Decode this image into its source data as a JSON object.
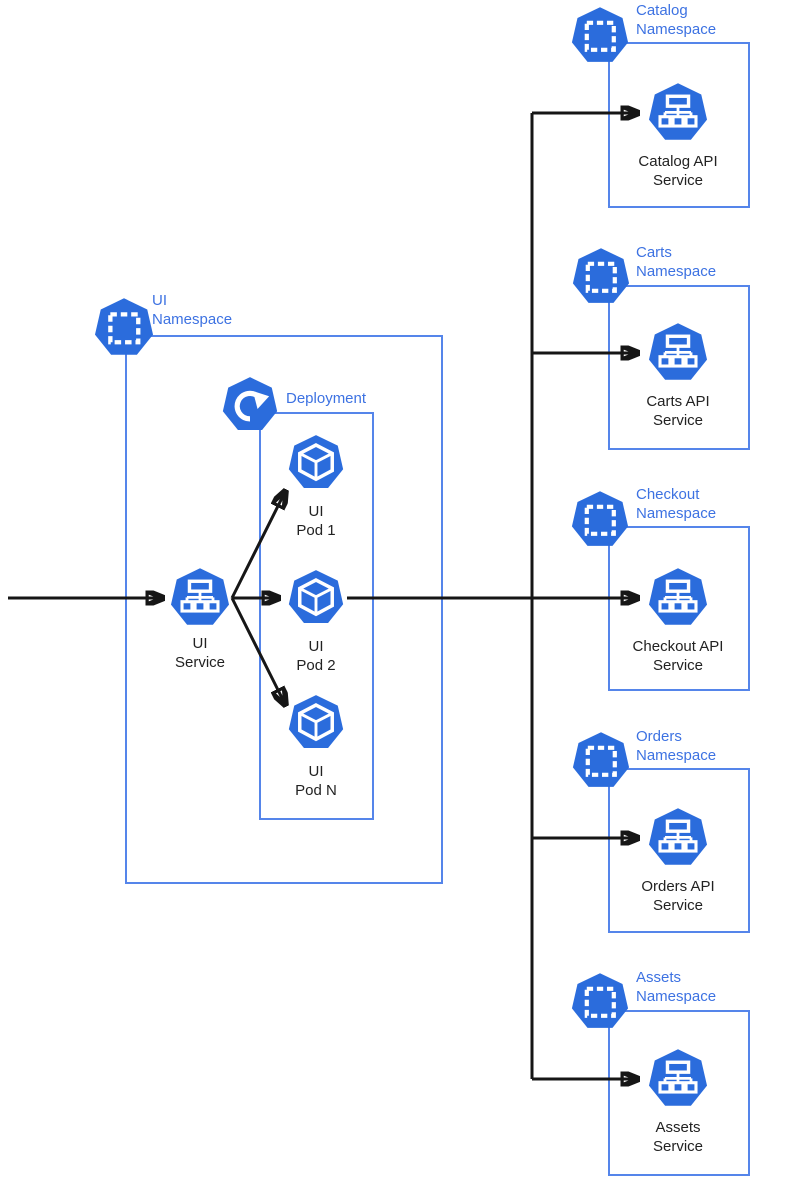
{
  "colors": {
    "icon_blue": "#2B6CDC",
    "glyph_white": "#FFFFFF",
    "box_border": "#5585EA",
    "label_blue": "#3D72E2",
    "arrow_black": "#161616",
    "text_black": "#222222",
    "background": "#FFFFFF"
  },
  "ui_namespace": {
    "title": [
      "UI",
      "Namespace"
    ],
    "service": {
      "label": [
        "UI",
        "Service"
      ]
    },
    "deployment": {
      "title": "Deployment",
      "pods": [
        {
          "label": [
            "UI",
            "Pod 1"
          ]
        },
        {
          "label": [
            "UI",
            "Pod 2"
          ]
        },
        {
          "label": [
            "UI",
            "Pod N"
          ]
        }
      ]
    }
  },
  "namespaces": [
    {
      "title": [
        "Catalog",
        "Namespace"
      ],
      "service_label": [
        "Catalog API",
        "Service"
      ]
    },
    {
      "title": [
        "Carts",
        "Namespace"
      ],
      "service_label": [
        "Carts API",
        "Service"
      ]
    },
    {
      "title": [
        "Checkout",
        "Namespace"
      ],
      "service_label": [
        "Checkout API",
        "Service"
      ]
    },
    {
      "title": [
        "Orders",
        "Namespace"
      ],
      "service_label": [
        "Orders API",
        "Service"
      ]
    },
    {
      "title": [
        "Assets",
        "Namespace"
      ],
      "service_label": [
        "Assets",
        "Service"
      ]
    }
  ]
}
